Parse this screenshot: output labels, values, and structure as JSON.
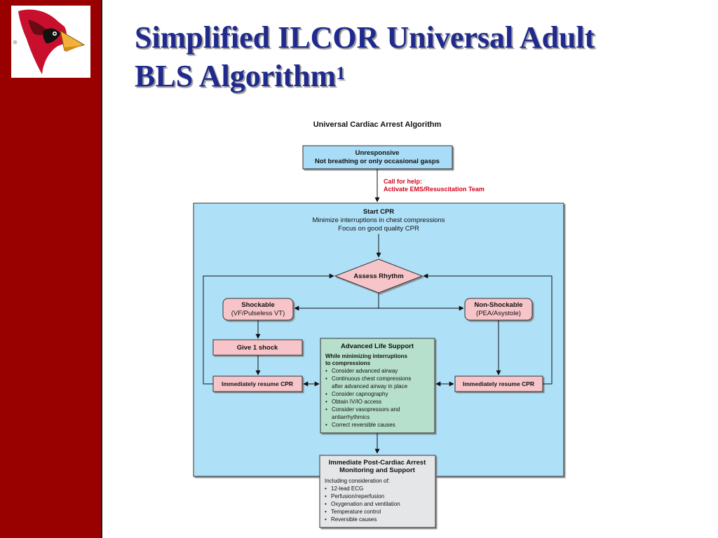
{
  "slide": {
    "title_main": "Simplified ILCOR Universal Adult BLS Algorithm",
    "title_line1": "Simplified ILCOR Universal Adult",
    "title_line2": "BLS Algorithm",
    "title_sup": "1"
  },
  "logo": {
    "mark": "®",
    "icon": "cardinal-head-icon"
  },
  "colors": {
    "sidebar": "#990000",
    "title": "#1f2a8c",
    "panel": "#aee0f7",
    "box_blue": "#a9dcf6",
    "box_pink": "#f7c5c9",
    "box_green": "#b6e0cb",
    "box_gray": "#e4e6e8",
    "alert_red": "#d4001c"
  },
  "diagram": {
    "heading": "Universal Cardiac Arrest Algorithm",
    "unresponsive": {
      "line1": "Unresponsive",
      "line2": "Not breathing or only occasional gasps"
    },
    "call_for_help": {
      "line1": "Call for help:",
      "line2": "Activate EMS/Resuscitation Team"
    },
    "start_cpr": {
      "title": "Start CPR",
      "line1": "Minimize interruptions in chest compressions",
      "line2": "Focus on good quality CPR"
    },
    "assess_rhythm": "Assess Rhythm",
    "shockable": {
      "title": "Shockable",
      "sub": "(VF/Pulseless VT)"
    },
    "non_shockable": {
      "title": "Non-Shockable",
      "sub": "(PEA/Asystole)"
    },
    "give_shock": "Give 1 shock",
    "resume_cpr_left": "Immediately resume CPR",
    "resume_cpr_right": "Immediately resume CPR",
    "als": {
      "title": "Advanced Life Support",
      "intro1": "While minimizing interruptions",
      "intro2": "to compressions",
      "items": [
        "Consider advanced airway",
        "Continuous chest compressions",
        "after advanced airway in place",
        "Consider capnography",
        "Obtain IV/IO access",
        "Consider vasopressors and",
        "antiarrhythmics",
        "Correct reversible causes"
      ]
    },
    "post_arrest": {
      "title1": "Immediate Post-Cardiac Arrest",
      "title2": "Monitoring and Support",
      "intro": "Including consideration of:",
      "items": [
        "12-lead ECG",
        "Perfusion/reperfusion",
        "Oxygenation and ventilation",
        "Temperature control",
        "Reversible causes"
      ]
    }
  }
}
